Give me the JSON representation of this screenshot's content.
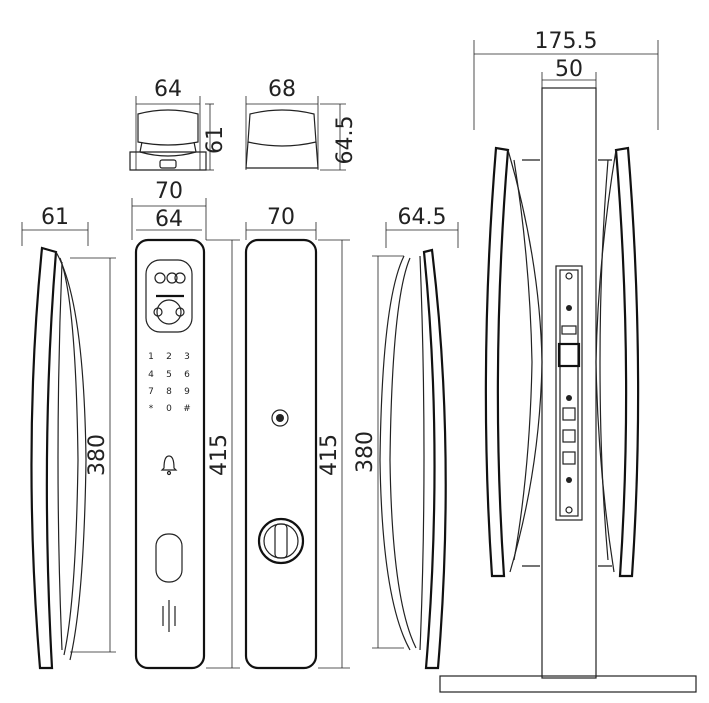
{
  "dimensions": {
    "top_width_front": "64",
    "top_width_back": "68",
    "top_height_front": "61",
    "top_height_back": "64.5",
    "front_outer_width": "70",
    "front_inner_width": "64",
    "back_width": "70",
    "side_left_depth": "61",
    "side_right_depth": "64.5",
    "side_left_height": "380",
    "front_height": "415",
    "back_height": "415",
    "side_right_height": "380",
    "assembly_total_width": "175.5",
    "door_thickness": "50"
  },
  "keypad": {
    "keys": [
      "1",
      "2",
      "3",
      "4",
      "5",
      "6",
      "7",
      "8",
      "9",
      "*",
      "0",
      "#"
    ]
  },
  "icons": [
    "bell-icon",
    "fingerprint-sensor-icon",
    "camera-module-icon",
    "keyhole-icon",
    "key-cylinder-icon"
  ]
}
